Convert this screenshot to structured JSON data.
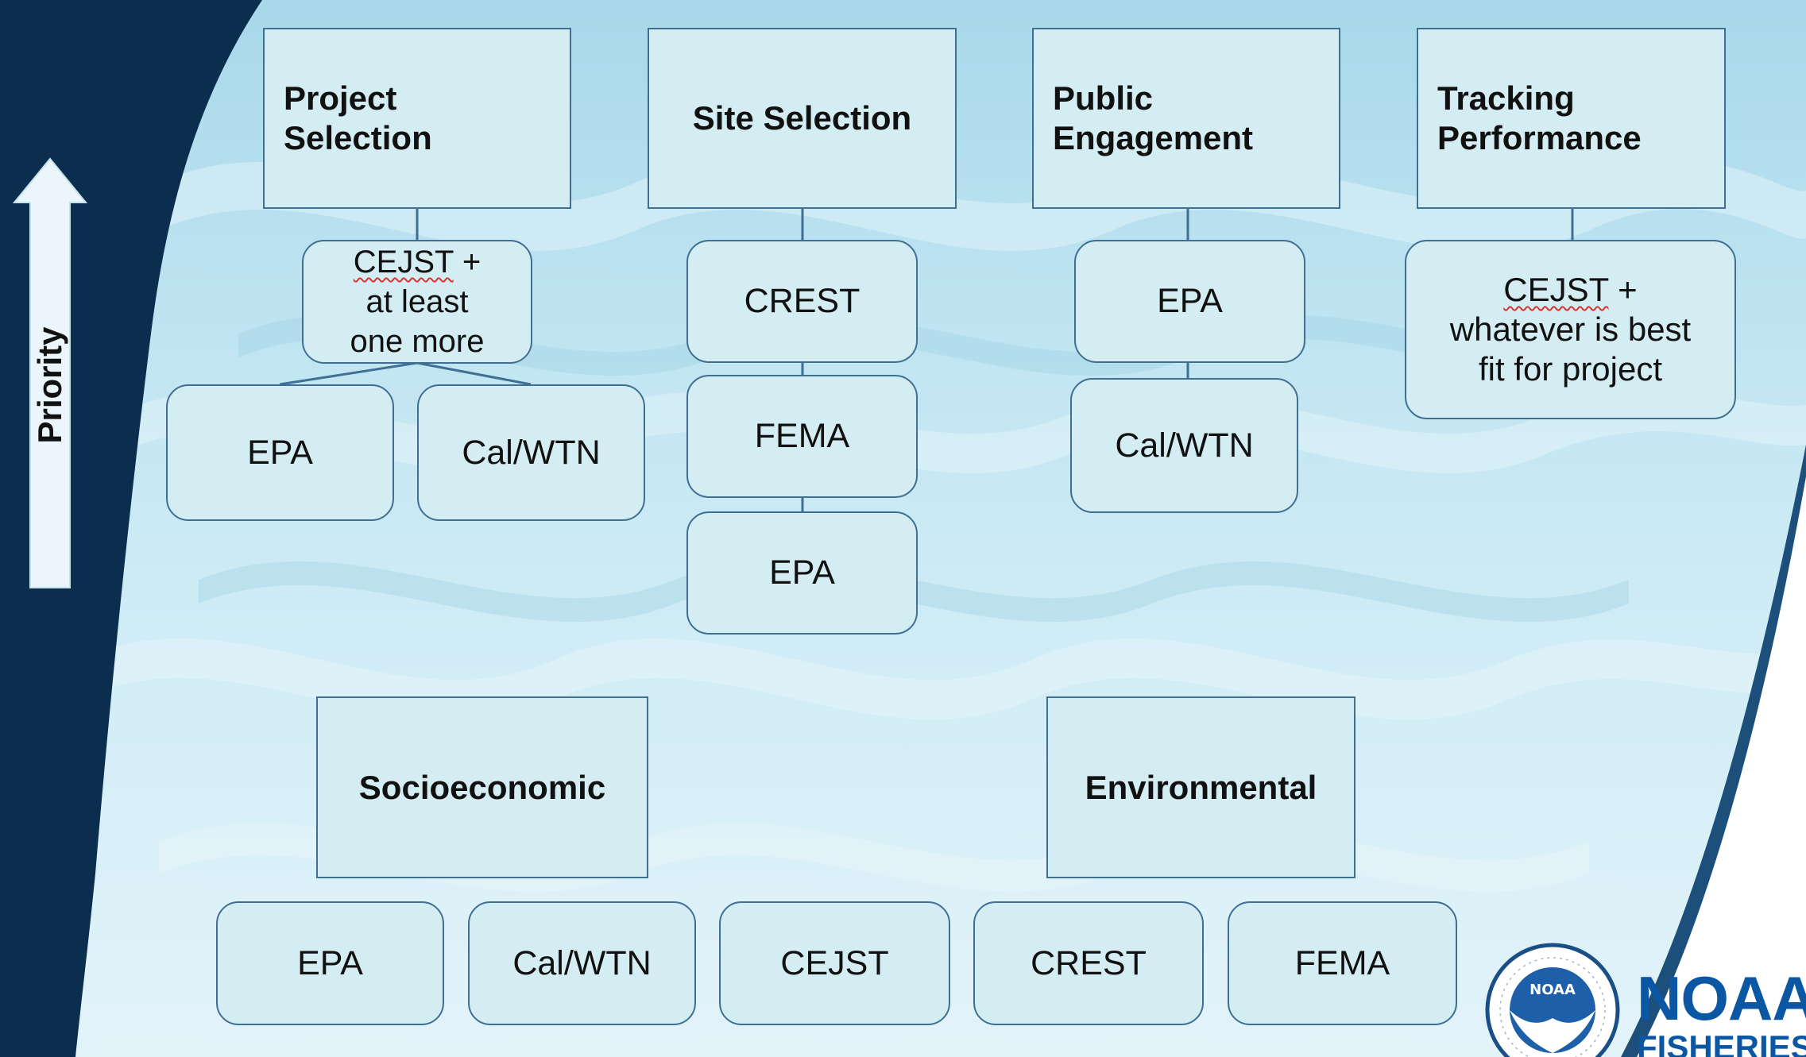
{
  "priority_label": "Priority",
  "top_categories": [
    {
      "title_line1": "Project",
      "title_line2": "Selection"
    },
    {
      "title": "Site Selection"
    },
    {
      "title_line1": "Public",
      "title_line2": "Engagement"
    },
    {
      "title_line1": "Tracking",
      "title_line2": "Performance"
    }
  ],
  "project_selection": {
    "combo": {
      "line1_word": "CEJST",
      "line1_rest": " +",
      "line2": "at least",
      "line3": "one more"
    },
    "tools": [
      "EPA",
      "Cal/WTN"
    ]
  },
  "site_selection": {
    "tools": [
      "CREST",
      "FEMA",
      "EPA"
    ]
  },
  "public_engagement": {
    "tools": [
      "EPA",
      "Cal/WTN"
    ]
  },
  "tracking_performance": {
    "combo": {
      "line1_word": "CEJST",
      "line1_rest": " +",
      "line2": "whatever is best",
      "line3": "fit for project"
    }
  },
  "bottom_categories": [
    "Socioeconomic",
    "Environmental"
  ],
  "bottom_tools": [
    "EPA",
    "Cal/WTN",
    "CEJST",
    "CREST",
    "FEMA"
  ],
  "logo": {
    "line1": "NOAA",
    "line2": "FISHERIES",
    "emblem": "NOAA"
  }
}
